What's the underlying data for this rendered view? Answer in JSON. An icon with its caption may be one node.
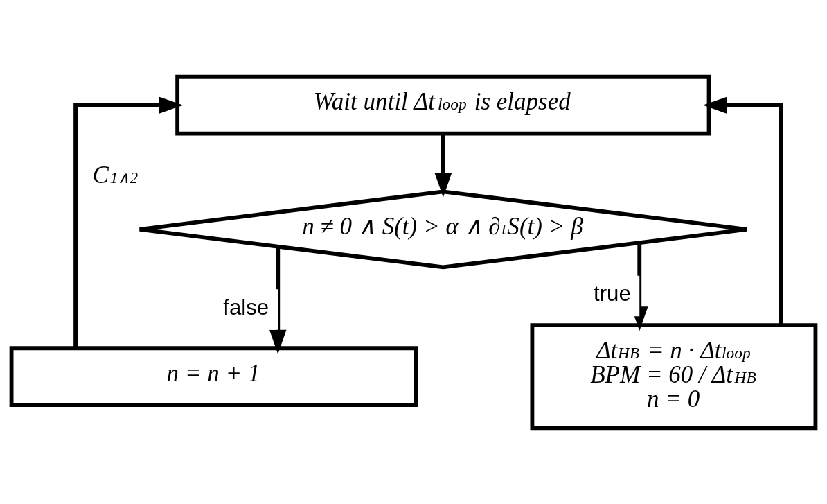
{
  "diagram": {
    "nodes": [
      {
        "text": [
          "Wait until Δt$_{loop}$ is elapsed"
        ]
      },
      {
        "text": [
          "n ≠ 0 ∧ S(t) > α ∧ ∂$_{t}$S(t) > β"
        ],
        "beside": [
          "C$_{1∧2}$"
        ]
      },
      {
        "text": [
          "n = n + 1"
        ]
      },
      {
        "text": [
          "Δt$_{HB}$ = n · Δt$_{loop}$",
          "BPM = 60 / Δt$_{HB}$",
          "n = 0"
        ]
      }
    ],
    "edges": [
      {
        "from": 0,
        "to": 1,
        "arrow": "to"
      },
      {
        "from": 1,
        "to": 2,
        "arrow": "to",
        "label": "false"
      },
      {
        "from": 1,
        "to": 3,
        "arrow": "to",
        "label": "true"
      },
      {
        "from": 2,
        "to": 0,
        "arrow": "to"
      },
      {
        "from": 3,
        "to": 0,
        "arrow": "to"
      }
    ]
  }
}
